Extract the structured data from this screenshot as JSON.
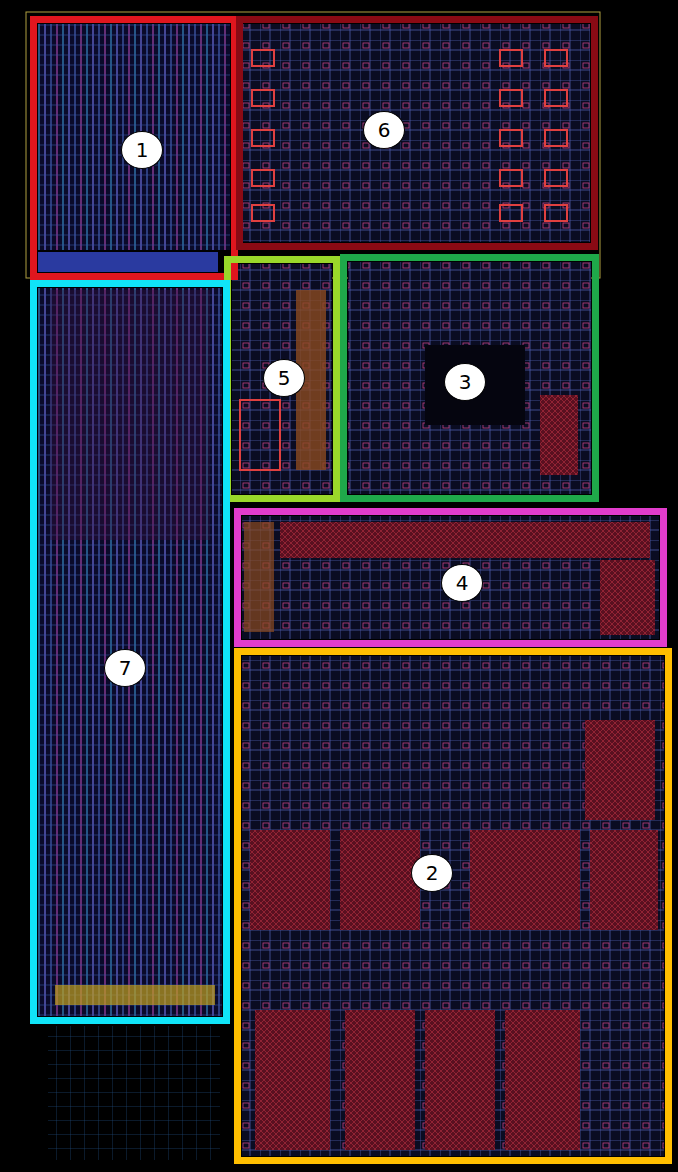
{
  "diagram": {
    "nodes": [
      {
        "text": [
          "1"
        ]
      },
      {
        "text": [
          "6"
        ]
      },
      {
        "text": [
          "5"
        ]
      },
      {
        "text": [
          "3"
        ]
      },
      {
        "text": [
          "4"
        ]
      },
      {
        "text": [
          "7"
        ]
      },
      {
        "text": [
          "2"
        ]
      }
    ]
  }
}
